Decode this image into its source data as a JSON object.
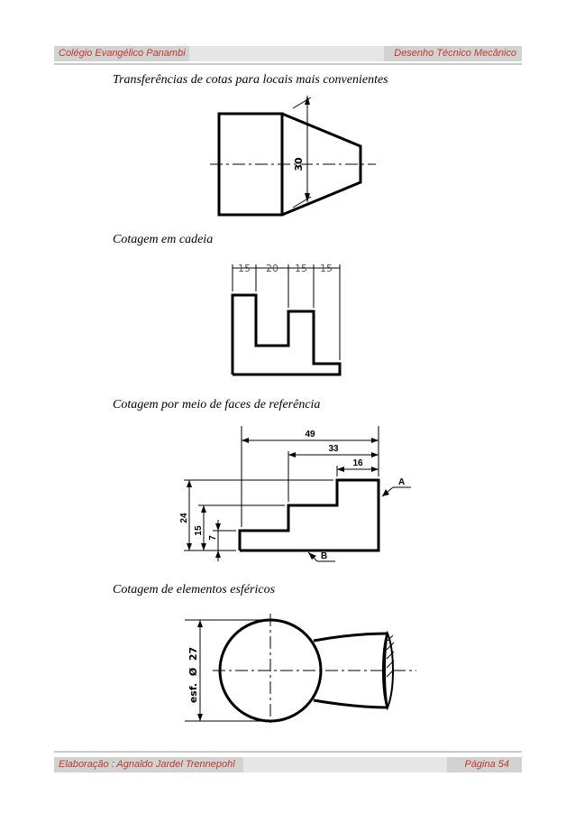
{
  "header": {
    "left": "Colégio Evangélico Panambi",
    "right": "Desenho Técnico Mecânico"
  },
  "footer": {
    "left": "Elaboração : Agnaldo Jardel Trennepohl",
    "right": "Página 54"
  },
  "sections": [
    {
      "caption": "Transferências de cotas para locais mais convenientes",
      "dims": [
        "30"
      ]
    },
    {
      "caption": "Cotagem em cadeia",
      "dims": [
        "15",
        "20",
        "15",
        "15"
      ]
    },
    {
      "caption": "Cotagem por meio de faces de referência",
      "dims": [
        "49",
        "33",
        "16",
        "24",
        "15",
        "7"
      ],
      "labels": [
        "A",
        "B"
      ]
    },
    {
      "caption": "Cotagem de elementos esféricos",
      "dims": [
        "esf.  Ø  27"
      ]
    }
  ]
}
